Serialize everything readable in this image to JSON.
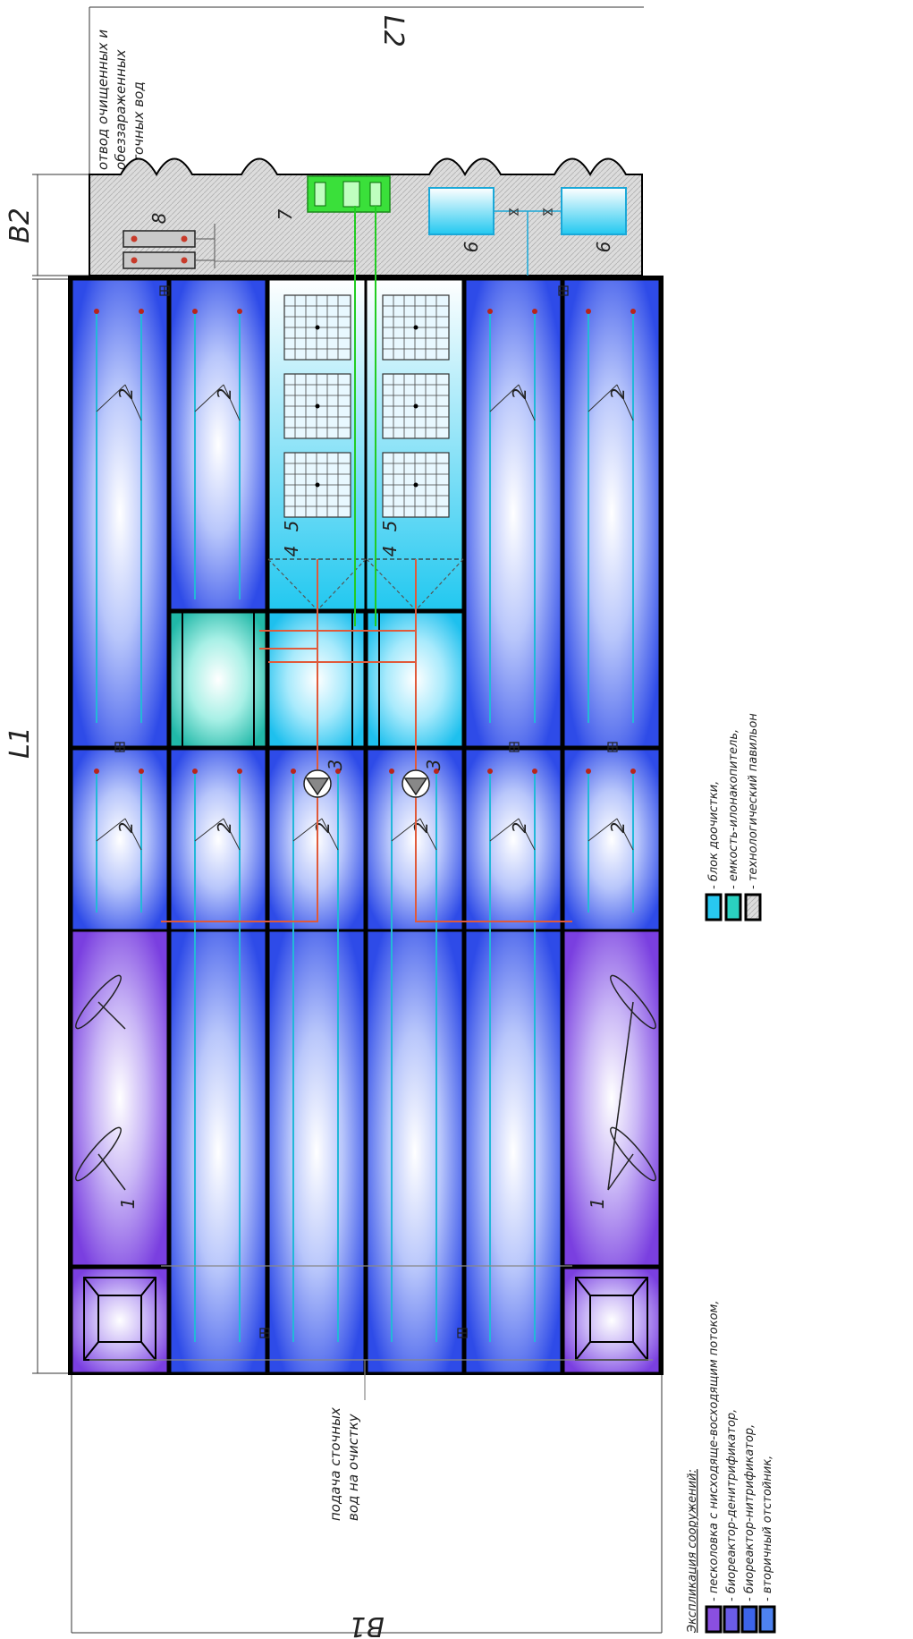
{
  "dimensions": {
    "l1": "L1",
    "l2": "L2",
    "b1": "B1",
    "b2": "B2"
  },
  "notes": {
    "outflow": [
      "отвод очищенных и",
      "обеззараженных",
      "сточных вод"
    ],
    "inflow": [
      "подача сточных",
      "вод на очистку"
    ]
  },
  "callouts": {
    "sand_trap": "1",
    "denitrifier": "2",
    "pump": "3",
    "sludge_tank": "4",
    "post_treatment": "5",
    "tech_block": "6",
    "uv_unit": "7",
    "blower": "8"
  },
  "legend": {
    "title": "Экспликация сооружений:",
    "items": [
      {
        "label": "- песколовка с нисходяще-восходящим потоком,",
        "color": "#8a4fe0"
      },
      {
        "label": "- биореактор-денитрификатор,",
        "color": "#6a5ce8"
      },
      {
        "label": "- биореактор-нитрификатор,",
        "color": "#3c64ea"
      },
      {
        "label": "- вторичный отстойник,",
        "color": "#4e82f0"
      },
      {
        "label": "- блок доочистки,",
        "color": "#28c8f0"
      },
      {
        "label": "- емкость-илонакопитель,",
        "color": "#2ad0c0"
      },
      {
        "label": "- технологический павильон",
        "color": "#bdbdbd"
      }
    ]
  },
  "colors": {
    "outline": "#000000",
    "blue_tank": "#2e4be8",
    "violet_tank": "#7a3fe0",
    "cyan_block": "#22c8f0",
    "teal_tank": "#22c0b0",
    "pipe_red": "#e05a3a",
    "pipe_green": "#22cc22",
    "pipe_cyan": "#22b8d8",
    "pavilion": "#d4d4d4",
    "uv_green": "#3ae03a"
  }
}
